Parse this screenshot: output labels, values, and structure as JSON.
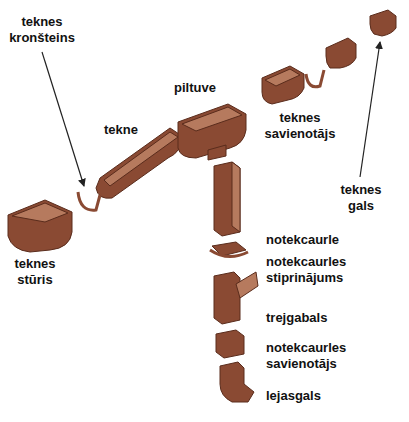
{
  "diagram": {
    "labels": [
      "teknes kronšteins",
      "piltuve",
      "tekne",
      "teknes savienotājs",
      "teknes gals",
      "notekcaurle",
      "notekcaurles stiprinājums",
      "trejgabals",
      "teknes stūris",
      "notekcaurles savienotājs",
      "lejasgals"
    ]
  }
}
